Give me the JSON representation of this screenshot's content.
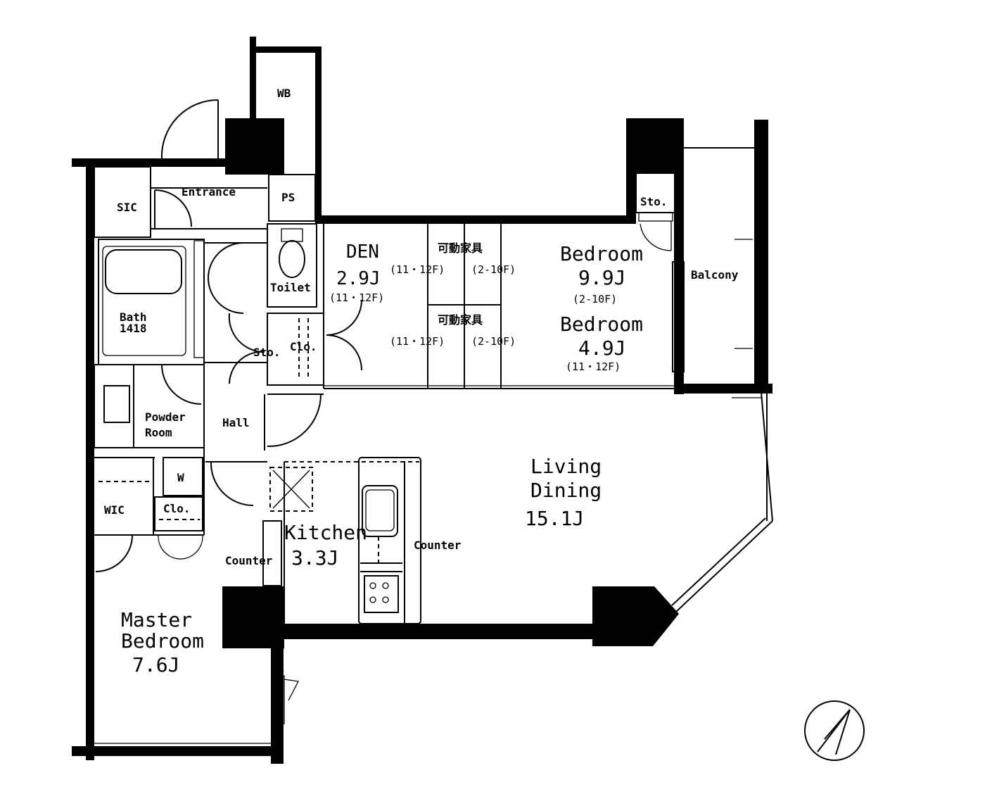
{
  "rooms": {
    "wb": "WB",
    "ps": "PS",
    "entrance": "Entrance",
    "sic": "SIC",
    "den": {
      "name": "DEN",
      "size": "2.9J",
      "note": "(11・12F)"
    },
    "furniture_label": "可動家具",
    "floor_note_a": "(11・12F)",
    "floor_note_b": "(2-10F)",
    "bedroom1": {
      "name": "Bedroom",
      "size": "9.9J",
      "note": "(2-10F)"
    },
    "bedroom2": {
      "name": "Bedroom",
      "size": "4.9J",
      "note": "(11・12F)"
    },
    "toilet": "Toilet",
    "bath": {
      "name": "Bath",
      "size": "1418"
    },
    "sto_left": "Sto.",
    "clo_hall": "Clo.",
    "sto_right": "Sto.",
    "balcony": "Balcony",
    "powder_room": {
      "line1": "Powder",
      "line2": "Room"
    },
    "hall": "Hall",
    "w": "W",
    "wic": "WIC",
    "clo_wic": "Clo.",
    "kitchen": {
      "name": "Kitchen",
      "size": "3.3J"
    },
    "counter_left": "Counter",
    "counter_right": "Counter",
    "living": {
      "line1": "Living",
      "line2": "Dining",
      "size": "15.1J"
    },
    "master": {
      "line1": "Master",
      "line2": "Bedroom",
      "size": "7.6J"
    }
  },
  "compass_icon": "north-arrow-icon"
}
